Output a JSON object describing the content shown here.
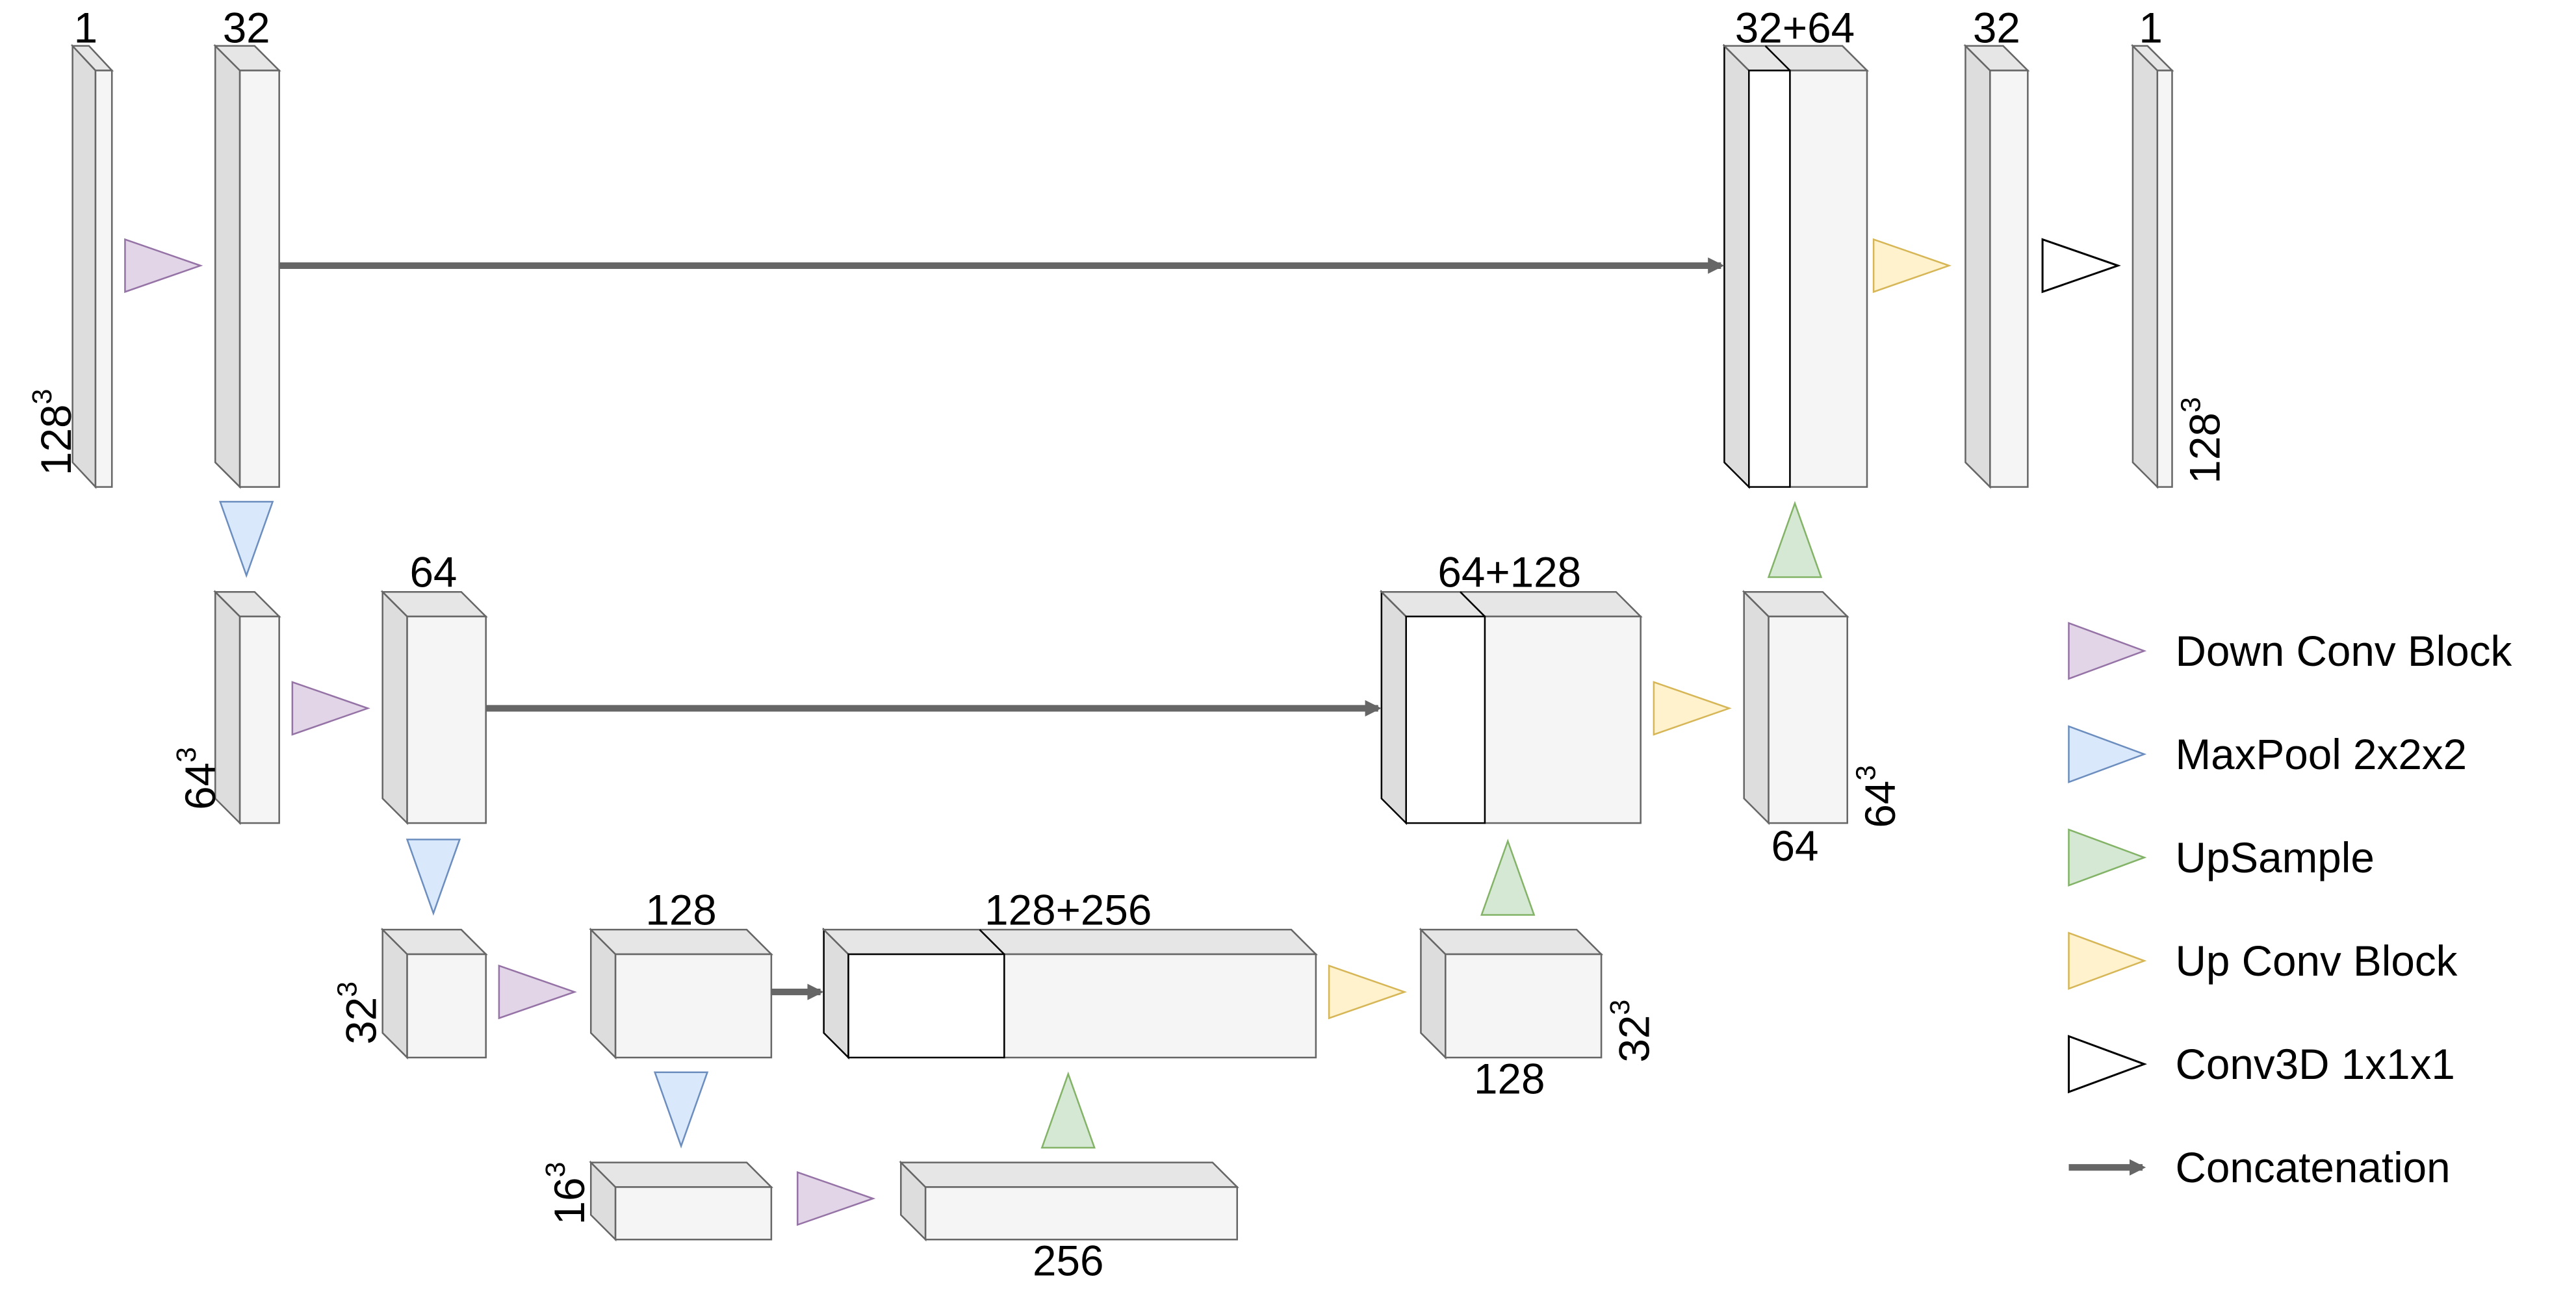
{
  "colors": {
    "down_conv": "#E1D5E7",
    "down_conv_stroke": "#9673A6",
    "maxpool": "#DAE8FC",
    "maxpool_stroke": "#6C8EBF",
    "upsample": "#D5E8D4",
    "upsample_stroke": "#82B366",
    "up_conv": "#FFF2CC",
    "up_conv_stroke": "#D6B656",
    "conv1x1": "#FFFFFF",
    "conv1x1_stroke": "#000000",
    "concat_arrow": "#666666",
    "block_front": "#F5F5F5",
    "block_side": "#DDDDDD",
    "block_top": "#E6E6E6",
    "block_stroke": "#666666"
  },
  "legend": [
    {
      "label": "Down Conv Block",
      "icon": "down-conv-triangle-icon"
    },
    {
      "label": "MaxPool 2x2x2",
      "icon": "maxpool-triangle-icon"
    },
    {
      "label": "UpSample",
      "icon": "upsample-triangle-icon"
    },
    {
      "label": "Up Conv Block",
      "icon": "up-conv-triangle-icon"
    },
    {
      "label": "Conv3D 1x1x1",
      "icon": "conv3d-triangle-icon"
    },
    {
      "label": "Concatenation",
      "icon": "concat-arrow-icon"
    }
  ],
  "labels": {
    "enc1_input_channels": "1",
    "enc1_conv_channels": "32",
    "enc1_size_base": "128",
    "enc1_size_exp": "3",
    "dec1_concat_channels": "32+64",
    "dec1_conv_channels": "32",
    "output_channels": "1",
    "output_size_base": "128",
    "output_size_exp": "3",
    "enc2_size_base": "64",
    "enc2_size_exp": "3",
    "enc2_conv_channels": "64",
    "dec2_concat_channels": "64+128",
    "dec2_size_base": "64",
    "dec2_size_exp": "3",
    "dec2_conv_channels": "64",
    "enc3_size_base": "32",
    "enc3_size_exp": "3",
    "enc3_conv_channels": "128",
    "dec3_concat_channels": "128+256",
    "dec3_size_base": "32",
    "dec3_size_exp": "3",
    "dec3_conv_channels": "128",
    "bottom_size_base": "16",
    "bottom_size_exp": "3",
    "bottom_conv_channels": "256"
  }
}
